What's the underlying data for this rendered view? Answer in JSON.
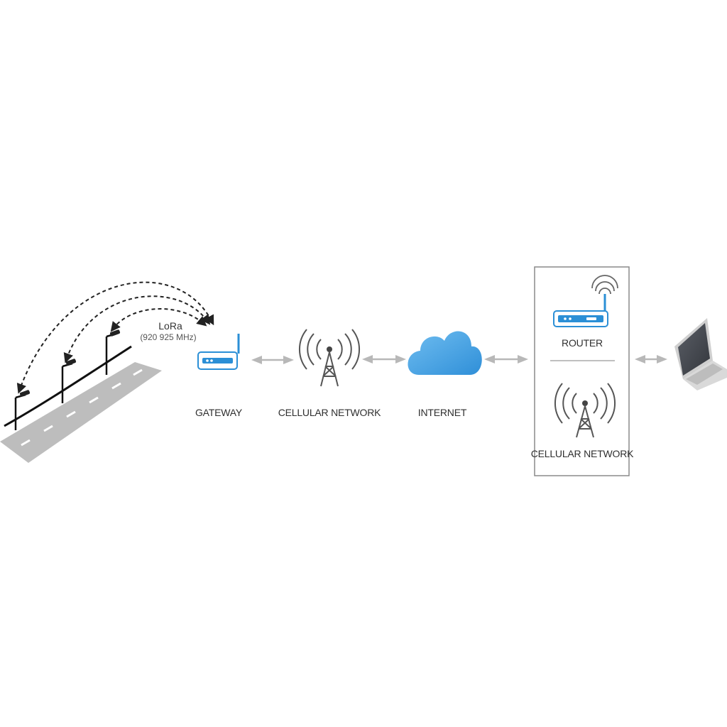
{
  "lora": {
    "label": "LoRa",
    "frequency": "(920 925 MHz)"
  },
  "nodes": {
    "gateway": "GATEWAY",
    "cellular_network": "CELLULAR NETWORK",
    "internet": "INTERNET"
  },
  "panel": {
    "router": "ROUTER",
    "cellular_network": "CELLULAR NETWORK"
  },
  "colors": {
    "accent": "#2b8fd6",
    "cloud": "#4aa6e0",
    "arrow": "#b8b8b8",
    "road": "#b5b5b5",
    "panel_border": "#8a8a8a"
  },
  "icons": {
    "gateway": "gateway-icon",
    "tower": "cell-tower-icon",
    "cloud": "cloud-icon",
    "router": "router-icon",
    "laptop": "laptop-icon"
  }
}
